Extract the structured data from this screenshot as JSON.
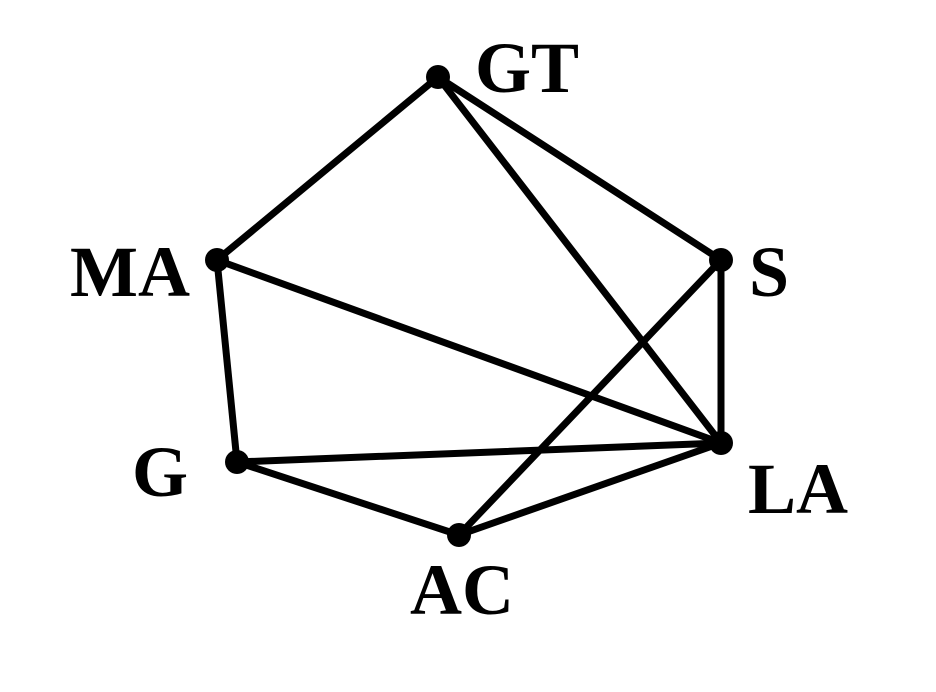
{
  "graph": {
    "nodes": [
      {
        "id": "GT",
        "label": "GT"
      },
      {
        "id": "MA",
        "label": "MA"
      },
      {
        "id": "S",
        "label": "S"
      },
      {
        "id": "G",
        "label": "G"
      },
      {
        "id": "LA",
        "label": "LA"
      },
      {
        "id": "AC",
        "label": "AC"
      }
    ],
    "edges": [
      [
        "GT",
        "MA"
      ],
      [
        "GT",
        "S"
      ],
      [
        "GT",
        "LA"
      ],
      [
        "MA",
        "LA"
      ],
      [
        "MA",
        "G"
      ],
      [
        "S",
        "LA"
      ],
      [
        "S",
        "AC"
      ],
      [
        "G",
        "LA"
      ],
      [
        "G",
        "AC"
      ],
      [
        "AC",
        "LA"
      ]
    ]
  }
}
